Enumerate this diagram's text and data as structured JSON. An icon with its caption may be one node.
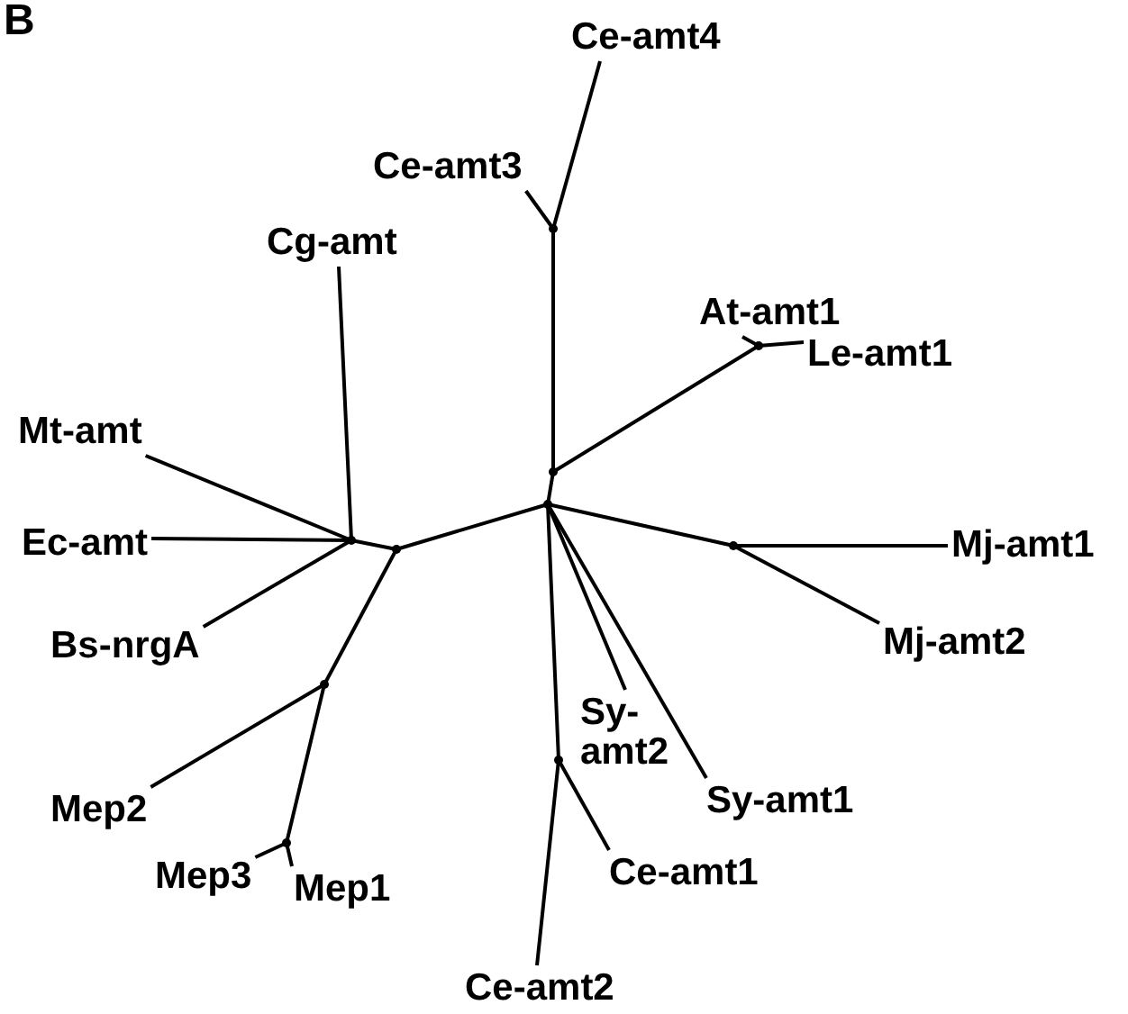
{
  "diagram": {
    "nodes": [
      {
        "text": [
          "Ce-amt4"
        ]
      },
      {
        "text": [
          "Ce-amt3"
        ]
      },
      {
        "text": [
          "Cg-amt"
        ]
      },
      {
        "text": [
          "At-amt1"
        ]
      },
      {
        "text": [
          "Le-amt1"
        ]
      },
      {
        "text": [
          "Mt-amt"
        ]
      },
      {
        "text": [
          "Ec-amt"
        ]
      },
      {
        "text": [
          "Mj-amt1"
        ]
      },
      {
        "text": [
          "Bs-nrgA"
        ]
      },
      {
        "text": [
          "Mj-amt2"
        ]
      },
      {
        "text": [
          "Sy-amt2"
        ]
      },
      {
        "text": [
          "Sy-amt1"
        ]
      },
      {
        "text": [
          "Mep2"
        ]
      },
      {
        "text": [
          "Ce-amt1"
        ]
      },
      {
        "text": [
          "Mep3"
        ]
      },
      {
        "text": [
          "Mep1"
        ]
      },
      {
        "text": [
          "Ce-amt2"
        ]
      },
      {
        "text": [],
        "shape": "point"
      },
      {
        "text": [],
        "shape": "point"
      },
      {
        "text": [],
        "shape": "point"
      },
      {
        "text": [],
        "shape": "point"
      },
      {
        "text": [],
        "shape": "point"
      },
      {
        "text": [],
        "shape": "point"
      },
      {
        "text": [],
        "shape": "point"
      },
      {
        "text": [],
        "shape": "point"
      },
      {
        "text": [],
        "shape": "point"
      },
      {
        "text": [],
        "shape": "point"
      }
    ],
    "edges": [
      {
        "from": 17,
        "to": 0,
        "arrow": "none"
      },
      {
        "from": 17,
        "to": 1,
        "arrow": "none"
      },
      {
        "from": 19,
        "to": 17,
        "arrow": "none"
      },
      {
        "from": 18,
        "to": 3,
        "arrow": "none"
      },
      {
        "from": 18,
        "to": 4,
        "arrow": "none"
      },
      {
        "from": 19,
        "to": 18,
        "arrow": "none"
      },
      {
        "from": 20,
        "to": 19,
        "arrow": "none"
      },
      {
        "from": 21,
        "to": 2,
        "arrow": "none"
      },
      {
        "from": 21,
        "to": 5,
        "arrow": "none"
      },
      {
        "from": 21,
        "to": 6,
        "arrow": "none"
      },
      {
        "from": 21,
        "to": 8,
        "arrow": "none"
      },
      {
        "from": 22,
        "to": 21,
        "arrow": "none"
      },
      {
        "from": 20,
        "to": 22,
        "arrow": "none"
      },
      {
        "from": 22,
        "to": 24,
        "arrow": "none"
      },
      {
        "from": 24,
        "to": 12,
        "arrow": "none"
      },
      {
        "from": 24,
        "to": 26,
        "arrow": "none"
      },
      {
        "from": 26,
        "to": 14,
        "arrow": "none"
      },
      {
        "from": 26,
        "to": 15,
        "arrow": "none"
      },
      {
        "from": 20,
        "to": 23,
        "arrow": "none"
      },
      {
        "from": 23,
        "to": 7,
        "arrow": "none"
      },
      {
        "from": 23,
        "to": 9,
        "arrow": "none"
      },
      {
        "from": 20,
        "to": 10,
        "arrow": "none"
      },
      {
        "from": 20,
        "to": 11,
        "arrow": "none"
      },
      {
        "from": 20,
        "to": 25,
        "arrow": "none"
      },
      {
        "from": 25,
        "to": 13,
        "arrow": "none"
      },
      {
        "from": 25,
        "to": 16,
        "arrow": "none"
      }
    ],
    "labels": [
      "B"
    ]
  }
}
